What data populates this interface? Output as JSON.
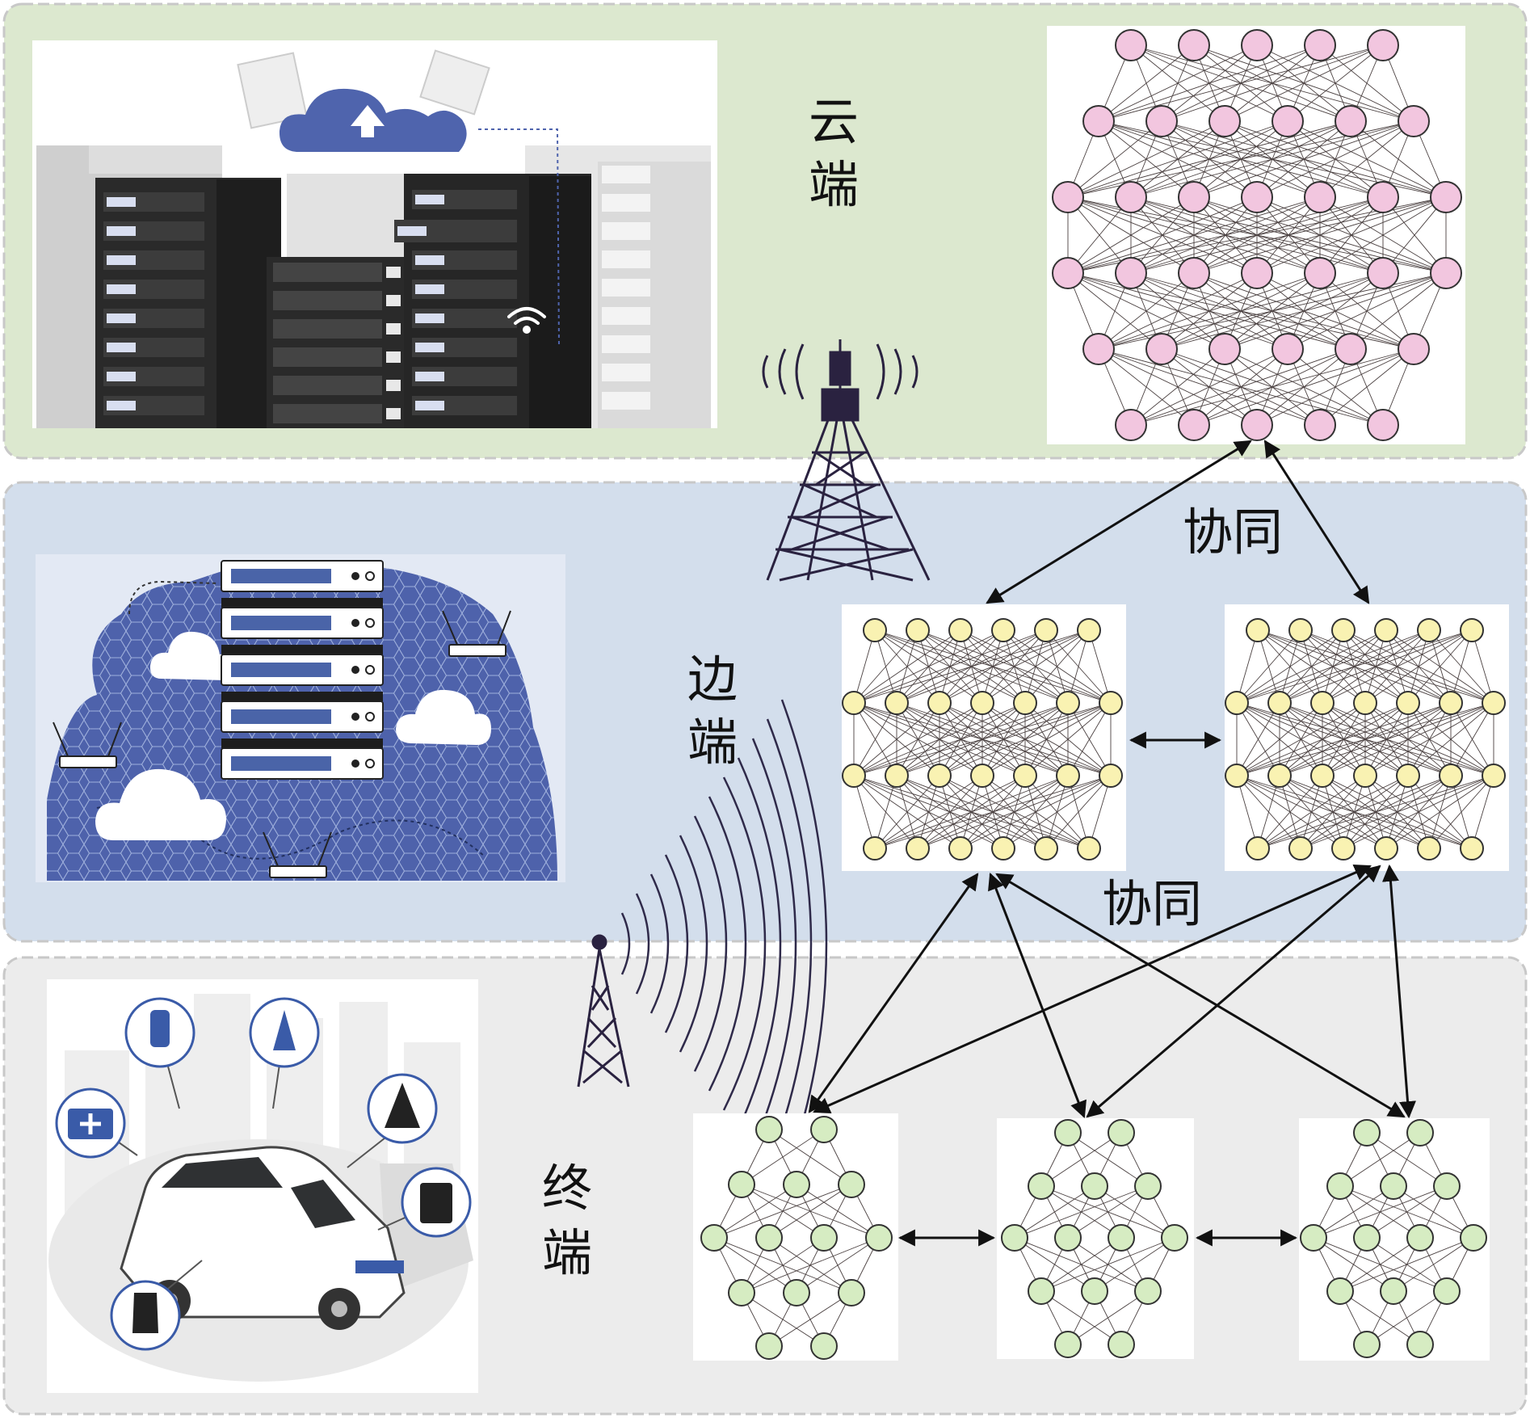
{
  "tiers": {
    "cloud": {
      "label_chars": [
        "云",
        "端"
      ],
      "color": "#dce8cf"
    },
    "edge": {
      "label_chars": [
        "边",
        "端"
      ],
      "color": "#d3deec"
    },
    "terminal": {
      "label_chars": [
        "终",
        "端"
      ],
      "color": "#ececec"
    }
  },
  "collab_labels": {
    "upper": "协同",
    "lower": "协同"
  },
  "node_colors": {
    "cloud": "#f2c6df",
    "edge": "#f9f2b2",
    "terminal": "#d6ecc2"
  },
  "accent": {
    "server_blue": "#4a64a8",
    "cloud_blue": "#4f64ad",
    "tower": "#2a2240",
    "wave": "#2f2a4a"
  },
  "icons": [
    "data-center-illustration",
    "cloud-upload-icon",
    "wifi-icon",
    "edge-server-illustration",
    "router-icon",
    "cloud-icon",
    "connected-car-illustration",
    "fire-extinguisher-icon",
    "traffic-cone-icon",
    "first-aid-kit-icon",
    "tree-icon",
    "fuel-can-icon",
    "car-seat-icon",
    "cell-tower-icon",
    "signal-wave-icon"
  ]
}
